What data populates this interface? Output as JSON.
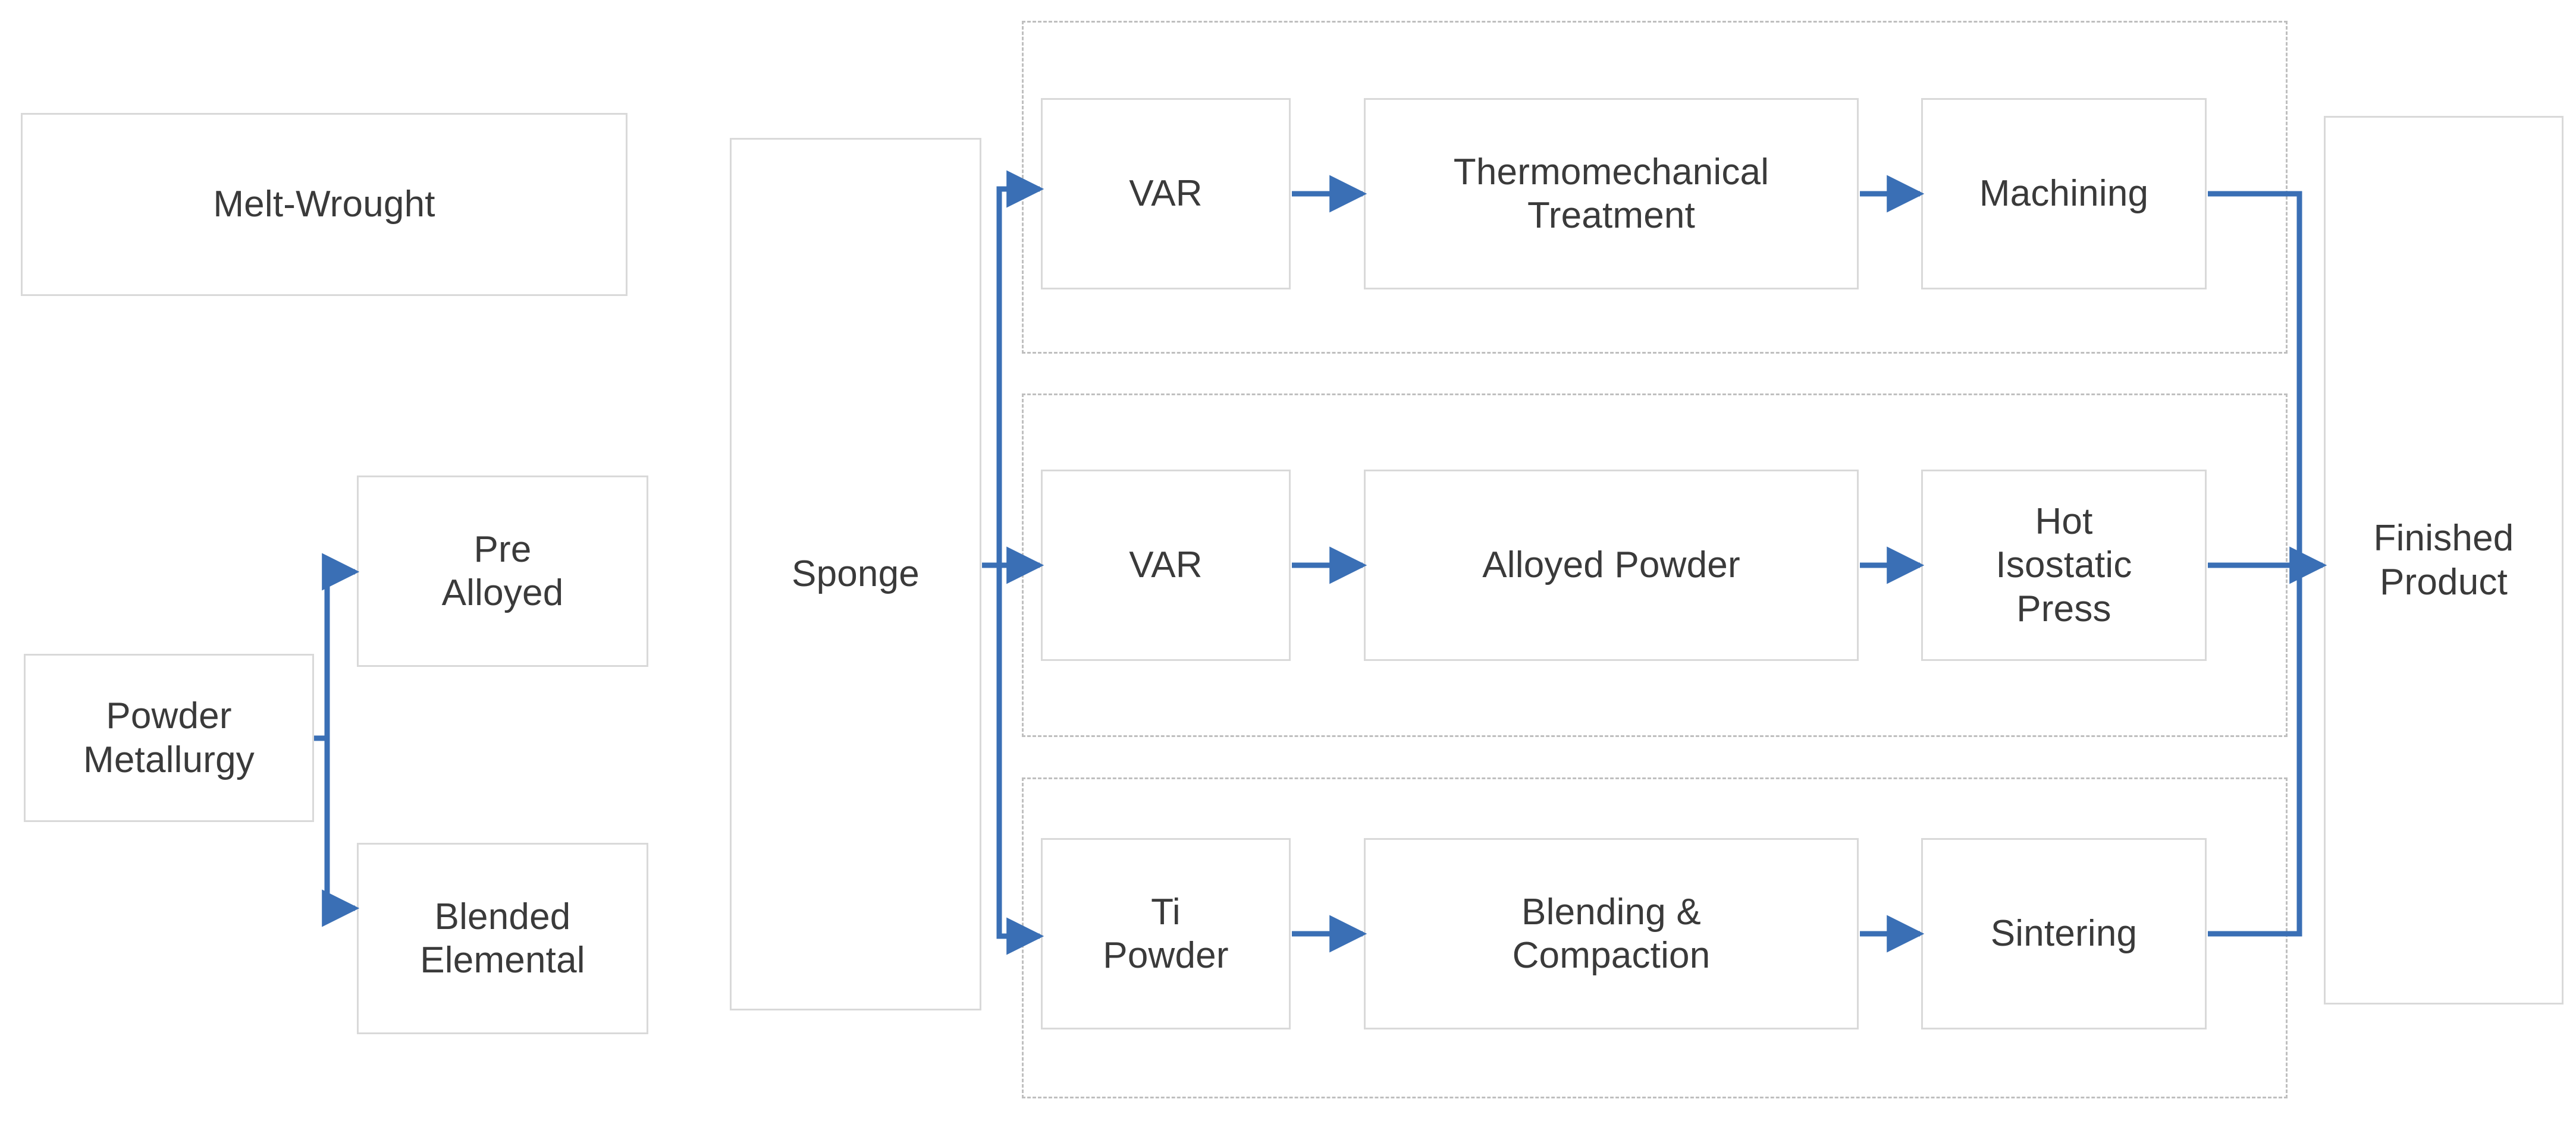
{
  "diagram": {
    "title": "Titanium Processing Routes Flowchart",
    "accent_color": "#3a6fb5",
    "node_border_color": "#d9d9d9",
    "group_border_color": "#bfbfbf",
    "text_color": "#3a3a3a"
  },
  "nodes": {
    "melt_wrought": "Melt-Wrought",
    "powder_metallurgy": "Powder\nMetallurgy",
    "pre_alloyed": "Pre\nAlloyed",
    "blended_elemental": "Blended\nElemental",
    "sponge": "Sponge",
    "var_top": "VAR",
    "thermomechanical_treatment": "Thermomechanical\nTreatment",
    "machining": "Machining",
    "var_middle": "VAR",
    "alloyed_powder": "Alloyed Powder",
    "hot_isostatic_press": "Hot\nIsostatic\nPress",
    "ti_powder": "Ti\nPowder",
    "blending_compaction": "Blending &\nCompaction",
    "sintering": "Sintering",
    "finished_product": "Finished\nProduct"
  },
  "groups": {
    "route_top": "",
    "route_middle": "",
    "route_bottom": ""
  },
  "flows": [
    {
      "from": "powder_metallurgy",
      "to": "pre_alloyed"
    },
    {
      "from": "powder_metallurgy",
      "to": "blended_elemental"
    },
    {
      "from": "sponge",
      "to": "var_top"
    },
    {
      "from": "sponge",
      "to": "var_middle"
    },
    {
      "from": "sponge",
      "to": "ti_powder"
    },
    {
      "from": "var_top",
      "to": "thermomechanical_treatment"
    },
    {
      "from": "thermomechanical_treatment",
      "to": "machining"
    },
    {
      "from": "machining",
      "to": "finished_product"
    },
    {
      "from": "var_middle",
      "to": "alloyed_powder"
    },
    {
      "from": "alloyed_powder",
      "to": "hot_isostatic_press"
    },
    {
      "from": "hot_isostatic_press",
      "to": "finished_product"
    },
    {
      "from": "ti_powder",
      "to": "blending_compaction"
    },
    {
      "from": "blending_compaction",
      "to": "sintering"
    },
    {
      "from": "sintering",
      "to": "finished_product"
    }
  ]
}
